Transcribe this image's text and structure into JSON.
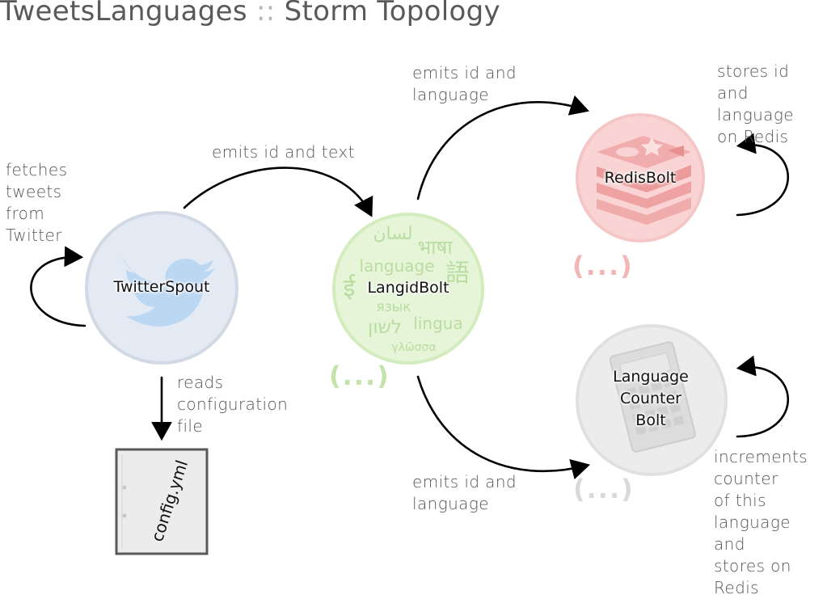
{
  "title": {
    "app": "TweetsLanguages",
    "separator": "::",
    "subtitle": "Storm Topology"
  },
  "nodes": {
    "spout": {
      "label": "TwitterSpout",
      "icon": "twitter-bird-icon",
      "fill": "#e3eaf4",
      "stroke": "#d2d9e4"
    },
    "langid": {
      "label": "LangidBolt",
      "fill": "#e6f5d7",
      "stroke": "#d3ecbe",
      "words": [
        "لسان",
        "भाषा",
        "language",
        "語",
        "ई",
        "язык",
        "לשון",
        "lingua",
        "γλῶσσα"
      ]
    },
    "redis": {
      "label": "RedisBolt",
      "icon": "redis-logo-icon",
      "fill": "#fad4d4",
      "stroke": "#f5c6c6"
    },
    "counter": {
      "label_lines": [
        "Language",
        "Counter",
        "Bolt"
      ],
      "icon": "calculator-icon",
      "fill": "#ececec",
      "stroke": "#e0e0e0"
    },
    "config": {
      "label": "config.yml",
      "icon": "document-icon"
    }
  },
  "ellipses": {
    "langid": {
      "text": "(...)",
      "color": "#c3e3a8"
    },
    "redis": {
      "text": "(...)",
      "color": "#f2b6b6"
    },
    "counter": {
      "text": "(...)",
      "color": "#d9d9d9"
    }
  },
  "annotations": {
    "fetches": "fetches\ntweets\nfrom\nTwitter",
    "emits_text": "emits id and text",
    "emits_lang_top": "emits id and\nlanguage",
    "stores": "stores id\nand language\non Redis",
    "reads": "reads\nconfiguration\nfile",
    "emits_lang_bottom": "emits id and\nlanguage",
    "increments": "increments\ncounter\nof this\nlanguage and\nstores on\nRedis"
  }
}
